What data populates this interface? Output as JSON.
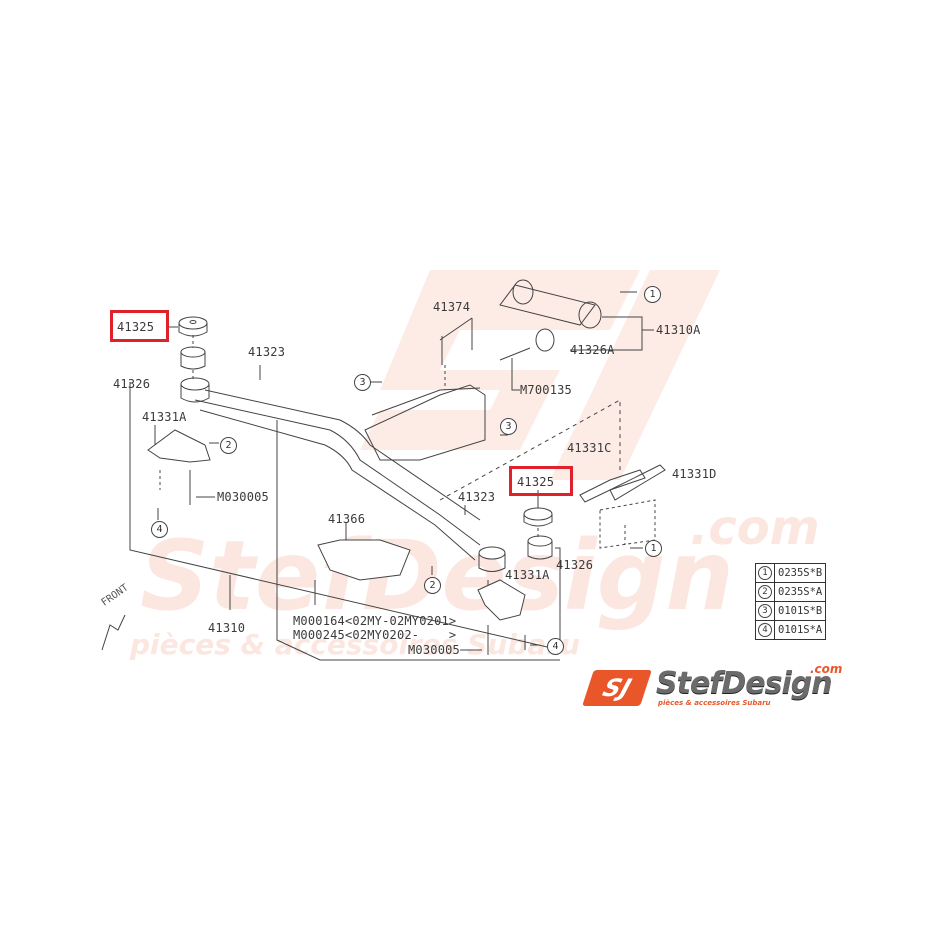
{
  "diagram": {
    "title": "Subaru rear subframe / crossmember parts diagram",
    "highlight_color": "#e0202a",
    "watermark": {
      "brand": "StefDesign",
      "domain": ".com",
      "tagline": "pièces & accessoires Subaru",
      "color": "#fbe6e0"
    },
    "part_labels": {
      "p41325_left": "41325",
      "p41326_left": "41326",
      "p41323_left": "41323",
      "p41331a_left": "41331A",
      "m030005_left": "M030005",
      "p41374": "41374",
      "m700135": "M700135",
      "p41326a": "41326A",
      "p41310a": "41310A",
      "p41331c": "41331C",
      "p41331d": "41331D",
      "p41325_right": "41325",
      "p41323_right": "41323",
      "p41326_right": "41326",
      "p41331a_right": "41331A",
      "p41366": "41366",
      "m000164": "M000164<02MY-02MY0201>",
      "m000245": "M000245<02MY0202-    >",
      "m030005_right": "M030005",
      "p41310": "41310"
    },
    "callouts": {
      "c1": "1",
      "c2": "2",
      "c3": "3",
      "c4": "4"
    },
    "front_indicator": "FRONT",
    "highlighted_parts": [
      "41325",
      "41325"
    ]
  },
  "legend": {
    "rows": [
      {
        "key": "1",
        "value": "0235S*B"
      },
      {
        "key": "2",
        "value": "0235S*A"
      },
      {
        "key": "3",
        "value": "0101S*B"
      },
      {
        "key": "4",
        "value": "0101S*A"
      }
    ]
  },
  "logo": {
    "mark": "SJ",
    "wordmark": "StefDesign",
    "domain": ".com",
    "tagline": "pièces & accessoires Subaru",
    "accent_color": "#e8562a",
    "text_color": "#6b6b6b"
  }
}
